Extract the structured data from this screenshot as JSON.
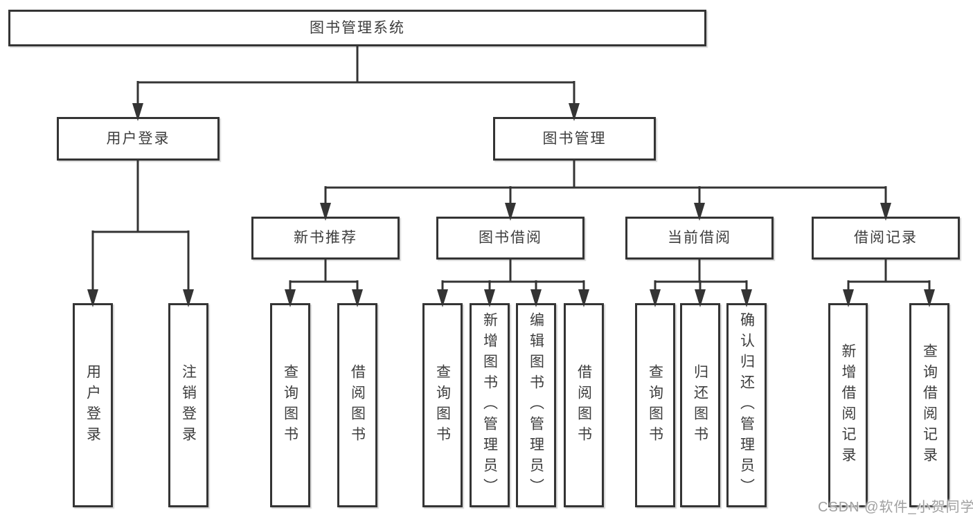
{
  "diagram_title": "图书管理系统",
  "colors": {
    "line": "#343434",
    "box_border": "#343434",
    "text": "#3d3d3d",
    "background": "#ffffff",
    "watermark": "#a0a0a0"
  },
  "tree": {
    "label": "图书管理系统",
    "branches": {
      "user_login": {
        "label": "用户登录",
        "children": {
          "login": {
            "label": "用户登录"
          },
          "logout": {
            "label": "注销登录"
          }
        }
      },
      "book_management": {
        "label": "图书管理",
        "children": {
          "new_book_recommend": {
            "label": "新书推荐",
            "children": {
              "query_books": {
                "label": "查询图书"
              },
              "borrow_books": {
                "label": "借阅图书"
              }
            }
          },
          "book_borrowing": {
            "label": "图书借阅",
            "children": {
              "query_books": {
                "label": "查询图书"
              },
              "add_books": {
                "label": "新增图书（管理员）"
              },
              "edit_books": {
                "label": "编辑图书（管理员）"
              },
              "borrow_books": {
                "label": "借阅图书"
              }
            }
          },
          "current_borrowing": {
            "label": "当前借阅",
            "children": {
              "query_books": {
                "label": "查询图书"
              },
              "return_books": {
                "label": "归还图书"
              },
              "confirm_return": {
                "label": "确认归还（管理员）"
              }
            }
          },
          "borrowing_records": {
            "label": "借阅记录",
            "children": {
              "add_record": {
                "label": "新增借阅记录"
              },
              "query_record": {
                "label": "查询借阅记录"
              }
            }
          }
        }
      }
    }
  },
  "watermark": {
    "text": "CSDN @软件_小贺同学"
  }
}
